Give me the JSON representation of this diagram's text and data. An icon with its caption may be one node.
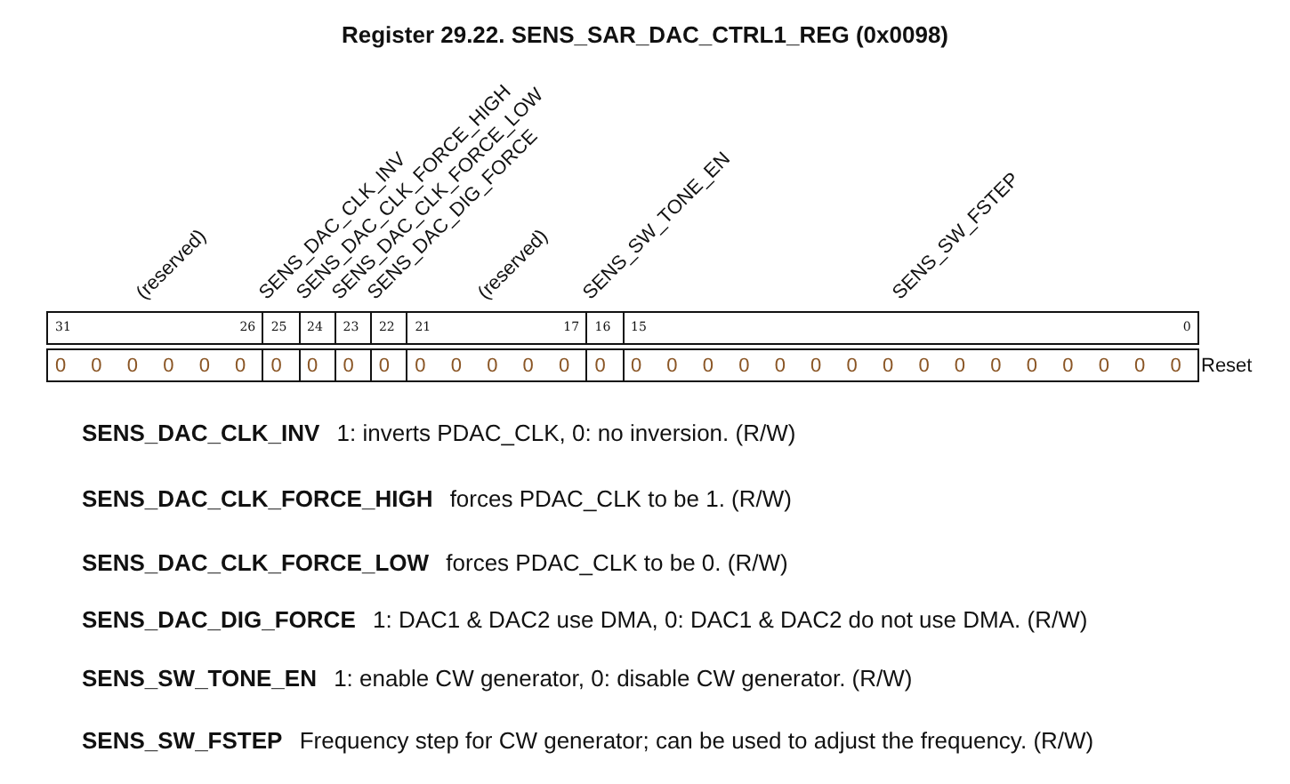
{
  "diagram": {
    "title": "Register 29.22. SENS_SAR_DAC_CTRL1_REG (0x0098)",
    "nodes": [
      {
        "text": [
          "(reserved)",
          "31",
          "26"
        ]
      },
      {
        "text": [
          "SENS_DAC_CLK_INV",
          "25"
        ]
      },
      {
        "text": [
          "SENS_DAC_CLK_FORCE_HIGH",
          "24"
        ]
      },
      {
        "text": [
          "SENS_DAC_CLK_FORCE_LOW",
          "23"
        ]
      },
      {
        "text": [
          "SENS_DAC_DIG_FORCE",
          "22"
        ]
      },
      {
        "text": [
          "(reserved)",
          "21",
          "17"
        ]
      },
      {
        "text": [
          "SENS_SW_TONE_EN",
          "16"
        ]
      },
      {
        "text": [
          "SENS_SW_FSTEP",
          "15",
          "0"
        ]
      },
      {
        "text": [
          "0",
          "0",
          "0",
          "0",
          "0",
          "0"
        ]
      },
      {
        "text": [
          "0"
        ]
      },
      {
        "text": [
          "0"
        ]
      },
      {
        "text": [
          "0"
        ]
      },
      {
        "text": [
          "0"
        ]
      },
      {
        "text": [
          "0",
          "0",
          "0",
          "0",
          "0"
        ]
      },
      {
        "text": [
          "0"
        ]
      },
      {
        "text": [
          "0",
          "0",
          "0",
          "0",
          "0",
          "0",
          "0",
          "0",
          "0",
          "0",
          "0",
          "0",
          "0",
          "0",
          "0",
          "0"
        ]
      }
    ],
    "labels": [
      "Reset",
      "**SENS_DAC_CLK_INV** 1: inverts PDAC_CLK, 0: no inversion. (R/W)",
      "**SENS_DAC_CLK_FORCE_HIGH** forces PDAC_CLK to be 1. (R/W)",
      "**SENS_DAC_CLK_FORCE_LOW** forces PDAC_CLK to be 0. (R/W)",
      "**SENS_DAC_DIG_FORCE** 1: DAC1 & DAC2 use DMA, 0: DAC1 & DAC2 do not use DMA. (R/W)",
      "**SENS_SW_TONE_EN** 1: enable CW generator, 0: disable CW generator. (R/W)",
      "**SENS_SW_FSTEP** Frequency step for CW generator; can be used to adjust the frequency. (R/W)"
    ]
  }
}
